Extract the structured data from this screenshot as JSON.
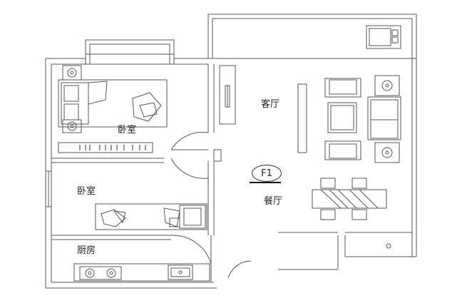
{
  "rooms": {
    "bedroom_top": "卧室",
    "bedroom_bottom": "卧室",
    "living_room": "客厅",
    "dining_room": "餐厅",
    "kitchen": "厨房"
  },
  "floor_tag": "F1",
  "colors": {
    "line": "#555555",
    "fill": "#ffffff",
    "dark": "#222222"
  }
}
